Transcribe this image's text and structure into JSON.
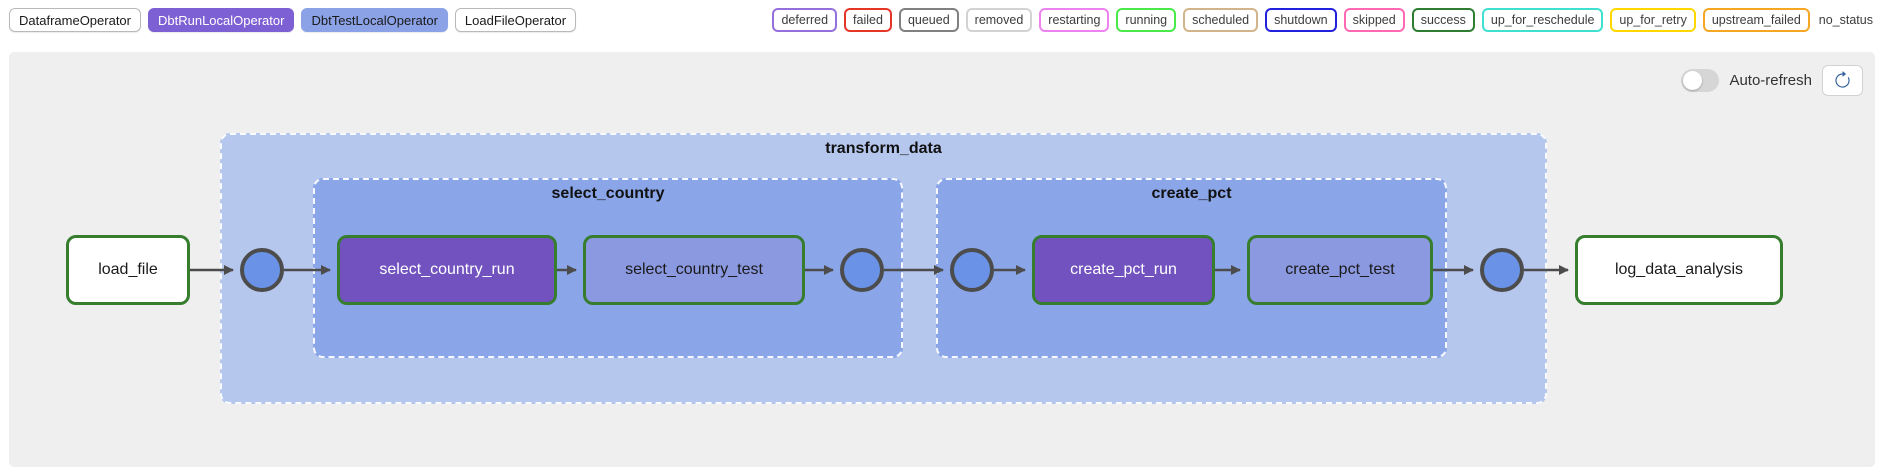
{
  "operator_legend": [
    {
      "label": "DataframeOperator",
      "bg": "#ffffff",
      "text": "#1a1a1a",
      "border": "#b9b9b9"
    },
    {
      "label": "DbtRunLocalOperator",
      "bg": "#7d60d3",
      "text": "#ffffff",
      "border": "#7d60d3"
    },
    {
      "label": "DbtTestLocalOperator",
      "bg": "#8ba2e6",
      "text": "#1a1a1a",
      "border": "#8ba2e6"
    },
    {
      "label": "LoadFileOperator",
      "bg": "#ffffff",
      "text": "#1a1a1a",
      "border": "#b9b9b9"
    }
  ],
  "state_legend": [
    {
      "label": "deferred",
      "border": "#9370db"
    },
    {
      "label": "failed",
      "border": "#e53527"
    },
    {
      "label": "queued",
      "border": "#808080"
    },
    {
      "label": "removed",
      "border": "#d3d3d3"
    },
    {
      "label": "restarting",
      "border": "#ee82ee"
    },
    {
      "label": "running",
      "border": "#4ae94a"
    },
    {
      "label": "scheduled",
      "border": "#d2b48c"
    },
    {
      "label": "shutdown",
      "border": "#2222dd"
    },
    {
      "label": "skipped",
      "border": "#ff69b4"
    },
    {
      "label": "success",
      "border": "#2e7d32"
    },
    {
      "label": "up_for_reschedule",
      "border": "#40e0d0"
    },
    {
      "label": "up_for_retry",
      "border": "#ffd700"
    },
    {
      "label": "upstream_failed",
      "border": "#f5a623"
    },
    {
      "label": "no_status",
      "border": ""
    }
  ],
  "controls": {
    "auto_refresh_label": "Auto-refresh",
    "auto_refresh_state": "off",
    "refresh_icon_color": "#35639c"
  },
  "graph": {
    "groups": {
      "transform_data": {
        "label": "transform_data",
        "fill": "#b6c7ee"
      },
      "select_country": {
        "label": "select_country",
        "fill": "#8ba6e8"
      },
      "create_pct": {
        "label": "create_pct",
        "fill": "#8ba6e8"
      }
    },
    "nodes": {
      "load_file": {
        "label": "load_file",
        "fill": "#ffffff",
        "text": "#1a1a1a"
      },
      "select_country_run": {
        "label": "select_country_run",
        "fill": "#7152be",
        "text": "#ffffff"
      },
      "select_country_test": {
        "label": "select_country_test",
        "fill": "#8b99e0",
        "text": "#1a1a1a"
      },
      "create_pct_run": {
        "label": "create_pct_run",
        "fill": "#7152be",
        "text": "#ffffff"
      },
      "create_pct_test": {
        "label": "create_pct_test",
        "fill": "#8b99e0",
        "text": "#1a1a1a"
      },
      "log_data_analysis": {
        "label": "log_data_analysis",
        "fill": "#ffffff",
        "text": "#1a1a1a"
      }
    },
    "colors": {
      "node_border": "#367d2e",
      "join_circle_fill": "#6a92e7",
      "join_circle_border": "#4c4c4c",
      "edge": "#4c4c4c",
      "panel_bg": "#efefef"
    }
  }
}
